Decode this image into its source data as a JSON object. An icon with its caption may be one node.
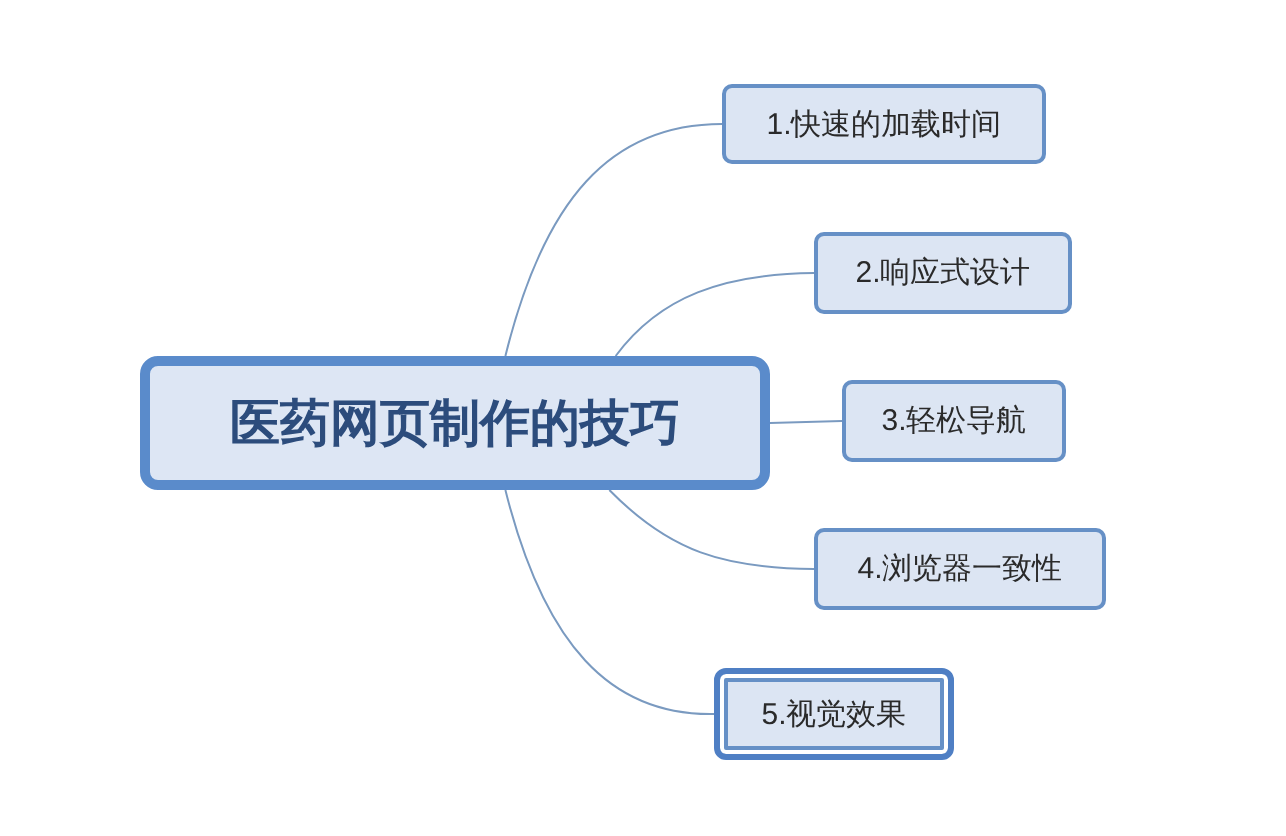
{
  "diagram": {
    "nodes": [
      {
        "text": [
          "医药网页制作的技巧"
        ]
      },
      {
        "text": [
          "1.快速的加载时间"
        ]
      },
      {
        "text": [
          "2.响应式设计"
        ]
      },
      {
        "text": [
          "3.轻松导航"
        ]
      },
      {
        "text": [
          "4.浏览器一致性"
        ]
      },
      {
        "text": [
          "5.视觉效果"
        ]
      }
    ],
    "edges": [
      {
        "from": 0,
        "to": 1,
        "arrow": "none"
      },
      {
        "from": 0,
        "to": 2,
        "arrow": "none"
      },
      {
        "from": 0,
        "to": 3,
        "arrow": "none"
      },
      {
        "from": 0,
        "to": 4,
        "arrow": "none"
      },
      {
        "from": 0,
        "to": 5,
        "arrow": "none"
      }
    ]
  }
}
